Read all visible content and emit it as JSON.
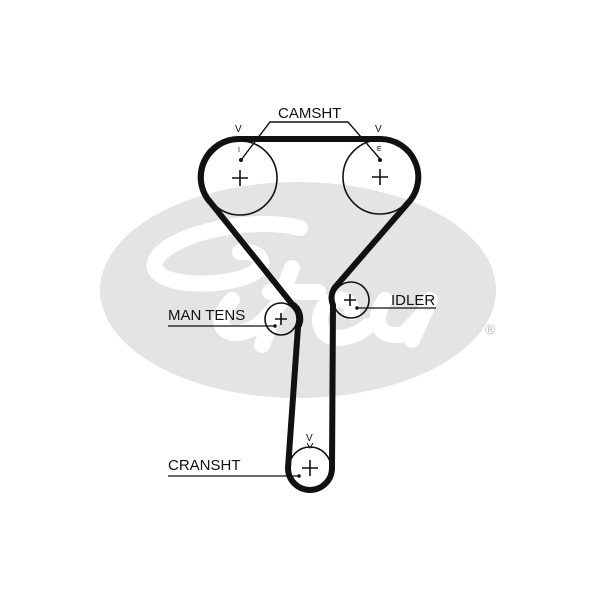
{
  "brand": {
    "logo_text": "Gates",
    "registered_mark": "®"
  },
  "labels": {
    "camshaft": "CAMSHT",
    "manual_tensioner": "MAN TENS",
    "idler": "IDLER",
    "crankshaft": "CRANSHT"
  },
  "marks": {
    "cam_left_timing": "V",
    "cam_right_timing": "V",
    "crank_timing": "V",
    "intake": "I",
    "exhaust": "E"
  },
  "colors": {
    "belt": "#111111",
    "logo_bg": "#e4e4e4"
  }
}
